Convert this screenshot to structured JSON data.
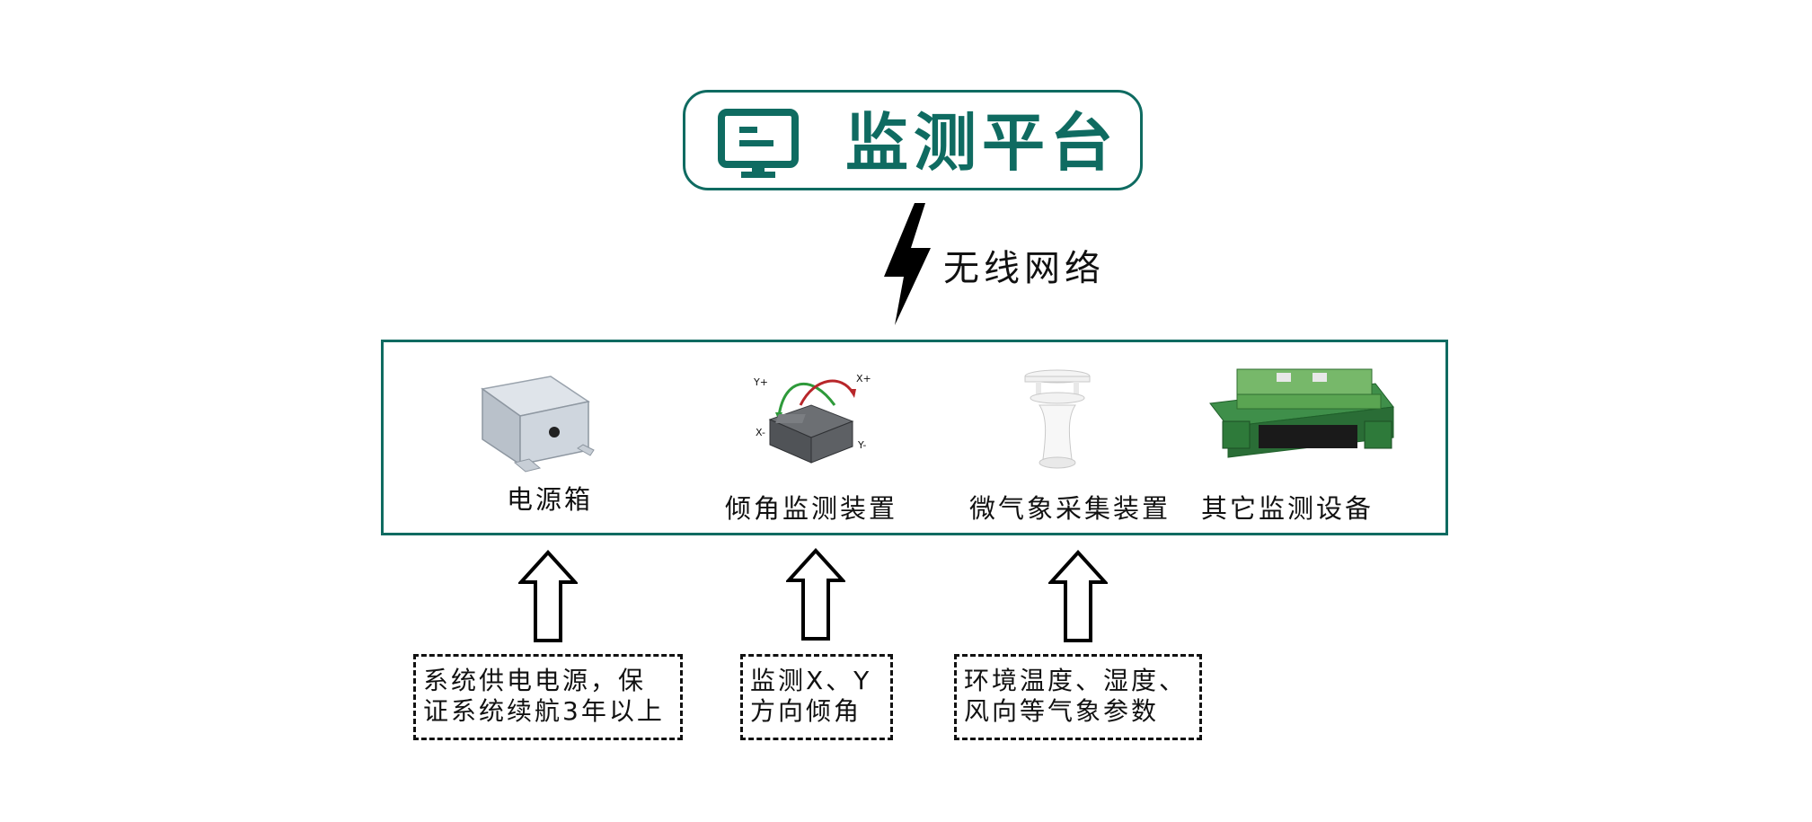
{
  "platform": {
    "title": "监测平台",
    "icon": "monitor-icon"
  },
  "network": {
    "label": "无线网络",
    "icon": "lightning-bolt-icon"
  },
  "devices": [
    {
      "label": "电源箱",
      "icon": "power-box-image"
    },
    {
      "label": "倾角监测装置",
      "icon": "inclination-sensor-image"
    },
    {
      "label": "微气象采集装置",
      "icon": "weather-station-image"
    },
    {
      "label": "其它监测设备",
      "icon": "circuit-board-image"
    }
  ],
  "sensor_axes": {
    "y_plus": "Y+",
    "x_plus": "X+",
    "x_minus": "X-",
    "y_minus": "Y-"
  },
  "descriptions": [
    {
      "line1": "系统供电电源，保",
      "line2": "证系统续航3年以上"
    },
    {
      "line1": "监测X、Y",
      "line2": "方向倾角"
    },
    {
      "line1": "环境温度、湿度、",
      "line2": "风向等气象参数"
    }
  ],
  "colors": {
    "accent": "#0f6b61",
    "text": "#111111",
    "board_green": "#1f8a3a"
  }
}
